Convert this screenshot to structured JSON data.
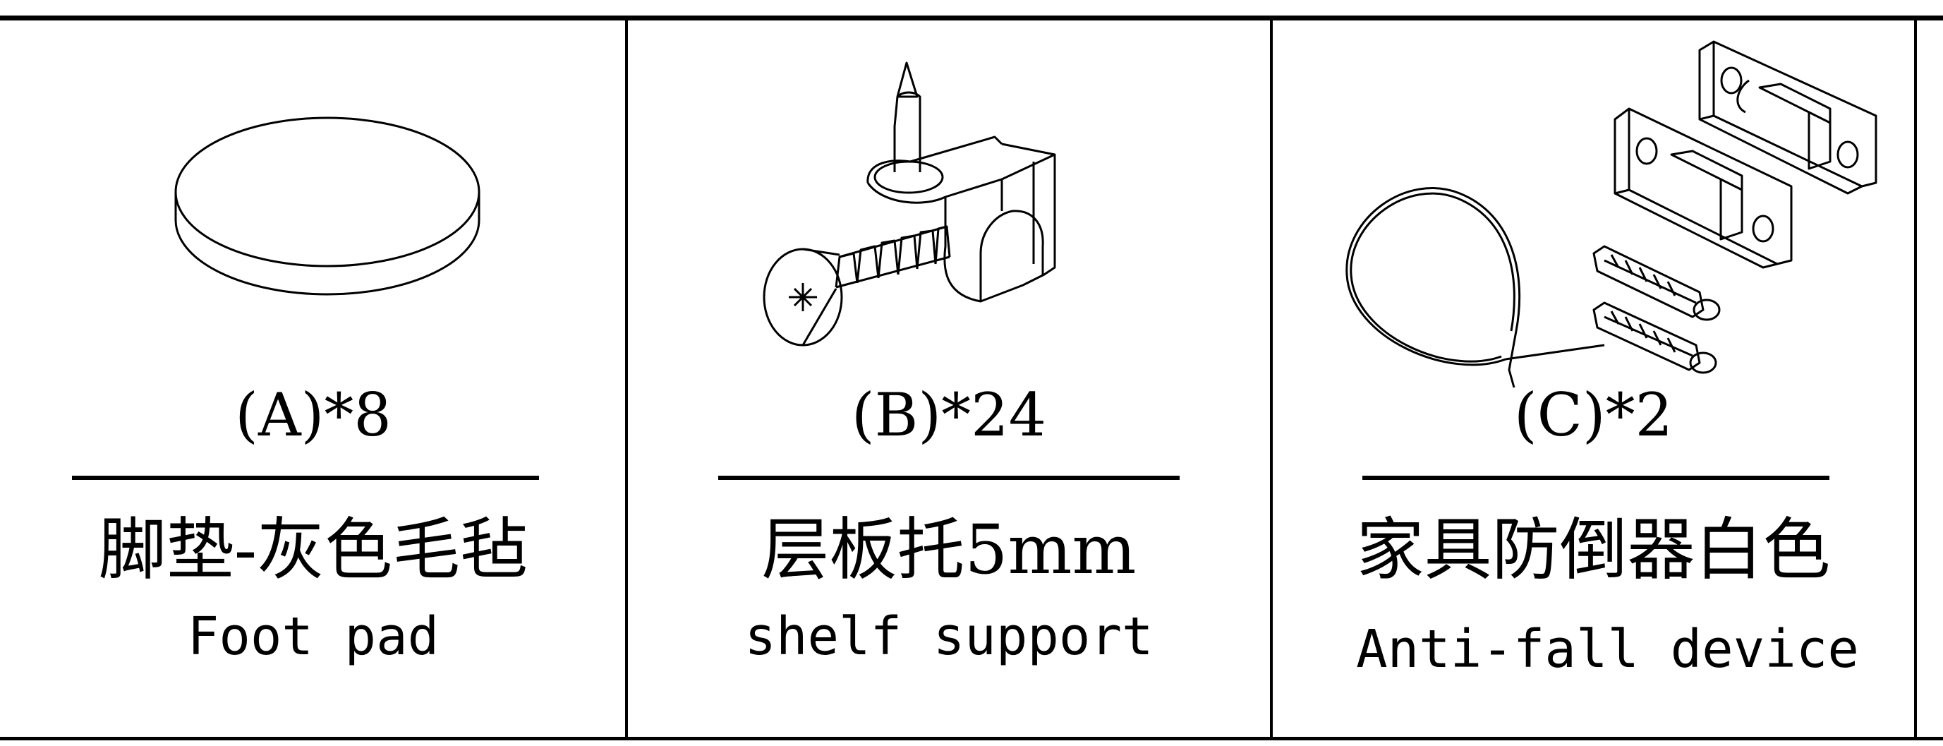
{
  "parts": [
    {
      "code": "(A)*8",
      "name_cn": "脚垫-灰色毛毡",
      "name_en": "Foot pad",
      "icon": "felt-foot-pad-icon"
    },
    {
      "code": "(B)*24",
      "name_cn": "层板托5mm",
      "name_en": "shelf support",
      "icon": "shelf-support-screw-icon"
    },
    {
      "code": "(C)*2",
      "name_cn": "家具防倒器白色",
      "name_en": "Anti-fall device",
      "icon": "anti-fall-kit-icon"
    }
  ]
}
